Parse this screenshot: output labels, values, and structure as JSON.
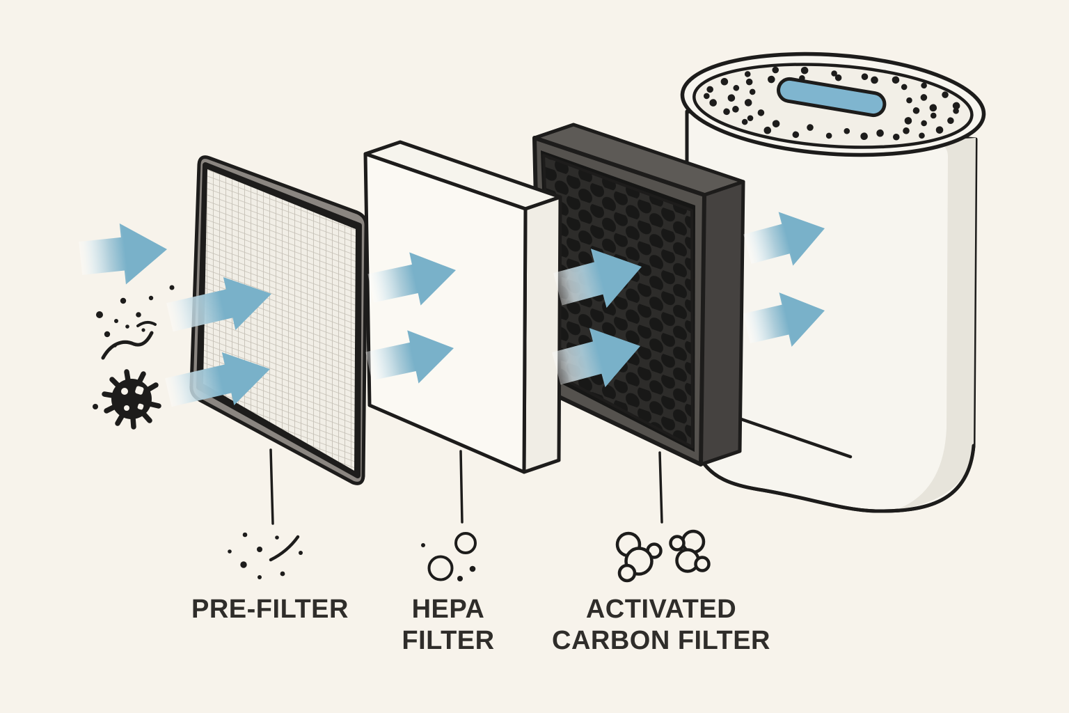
{
  "diagram": {
    "stages": [
      {
        "id": "pre-filter",
        "label": "PRE-FILTER"
      },
      {
        "id": "hepa-filter",
        "label_line1": "HEPA",
        "label_line2": "FILTER"
      },
      {
        "id": "activated-carbon-filter",
        "label_line1": "ACTIVATED",
        "label_line2": "CARBON FILTER"
      },
      {
        "id": "air-purifier-unit"
      }
    ],
    "icons": [
      "airflow-arrow",
      "dust-particles",
      "hair-fiber",
      "virus",
      "captured-dust",
      "fine-particles",
      "gas-molecules",
      "vent-holes",
      "display-pill"
    ],
    "colors": {
      "background": "#f7f3eb",
      "outline": "#1d1c1b",
      "arrow_blue": "#79b1c9",
      "prefilter_frame": "#8b8681",
      "mesh_cell": "#f1eee6",
      "mesh_line": "#c6c1b7",
      "hepa_white": "#fbf9f3",
      "hepa_side": "#f0ede5",
      "hepa_top": "#f6f4ed",
      "carbon_frame": "#55524e",
      "carbon_frame_top": "#5d5a56",
      "carbon_frame_side": "#454240",
      "carbon_dark": "#2d2c2a",
      "carbon_hole": "#181817",
      "purifier_body": "#f7f5ef",
      "purifier_side": "#e7e4db",
      "purifier_top": "#f2efe7",
      "display_blue": "#7fb5cf",
      "label_text": "#2f2d2a"
    }
  }
}
